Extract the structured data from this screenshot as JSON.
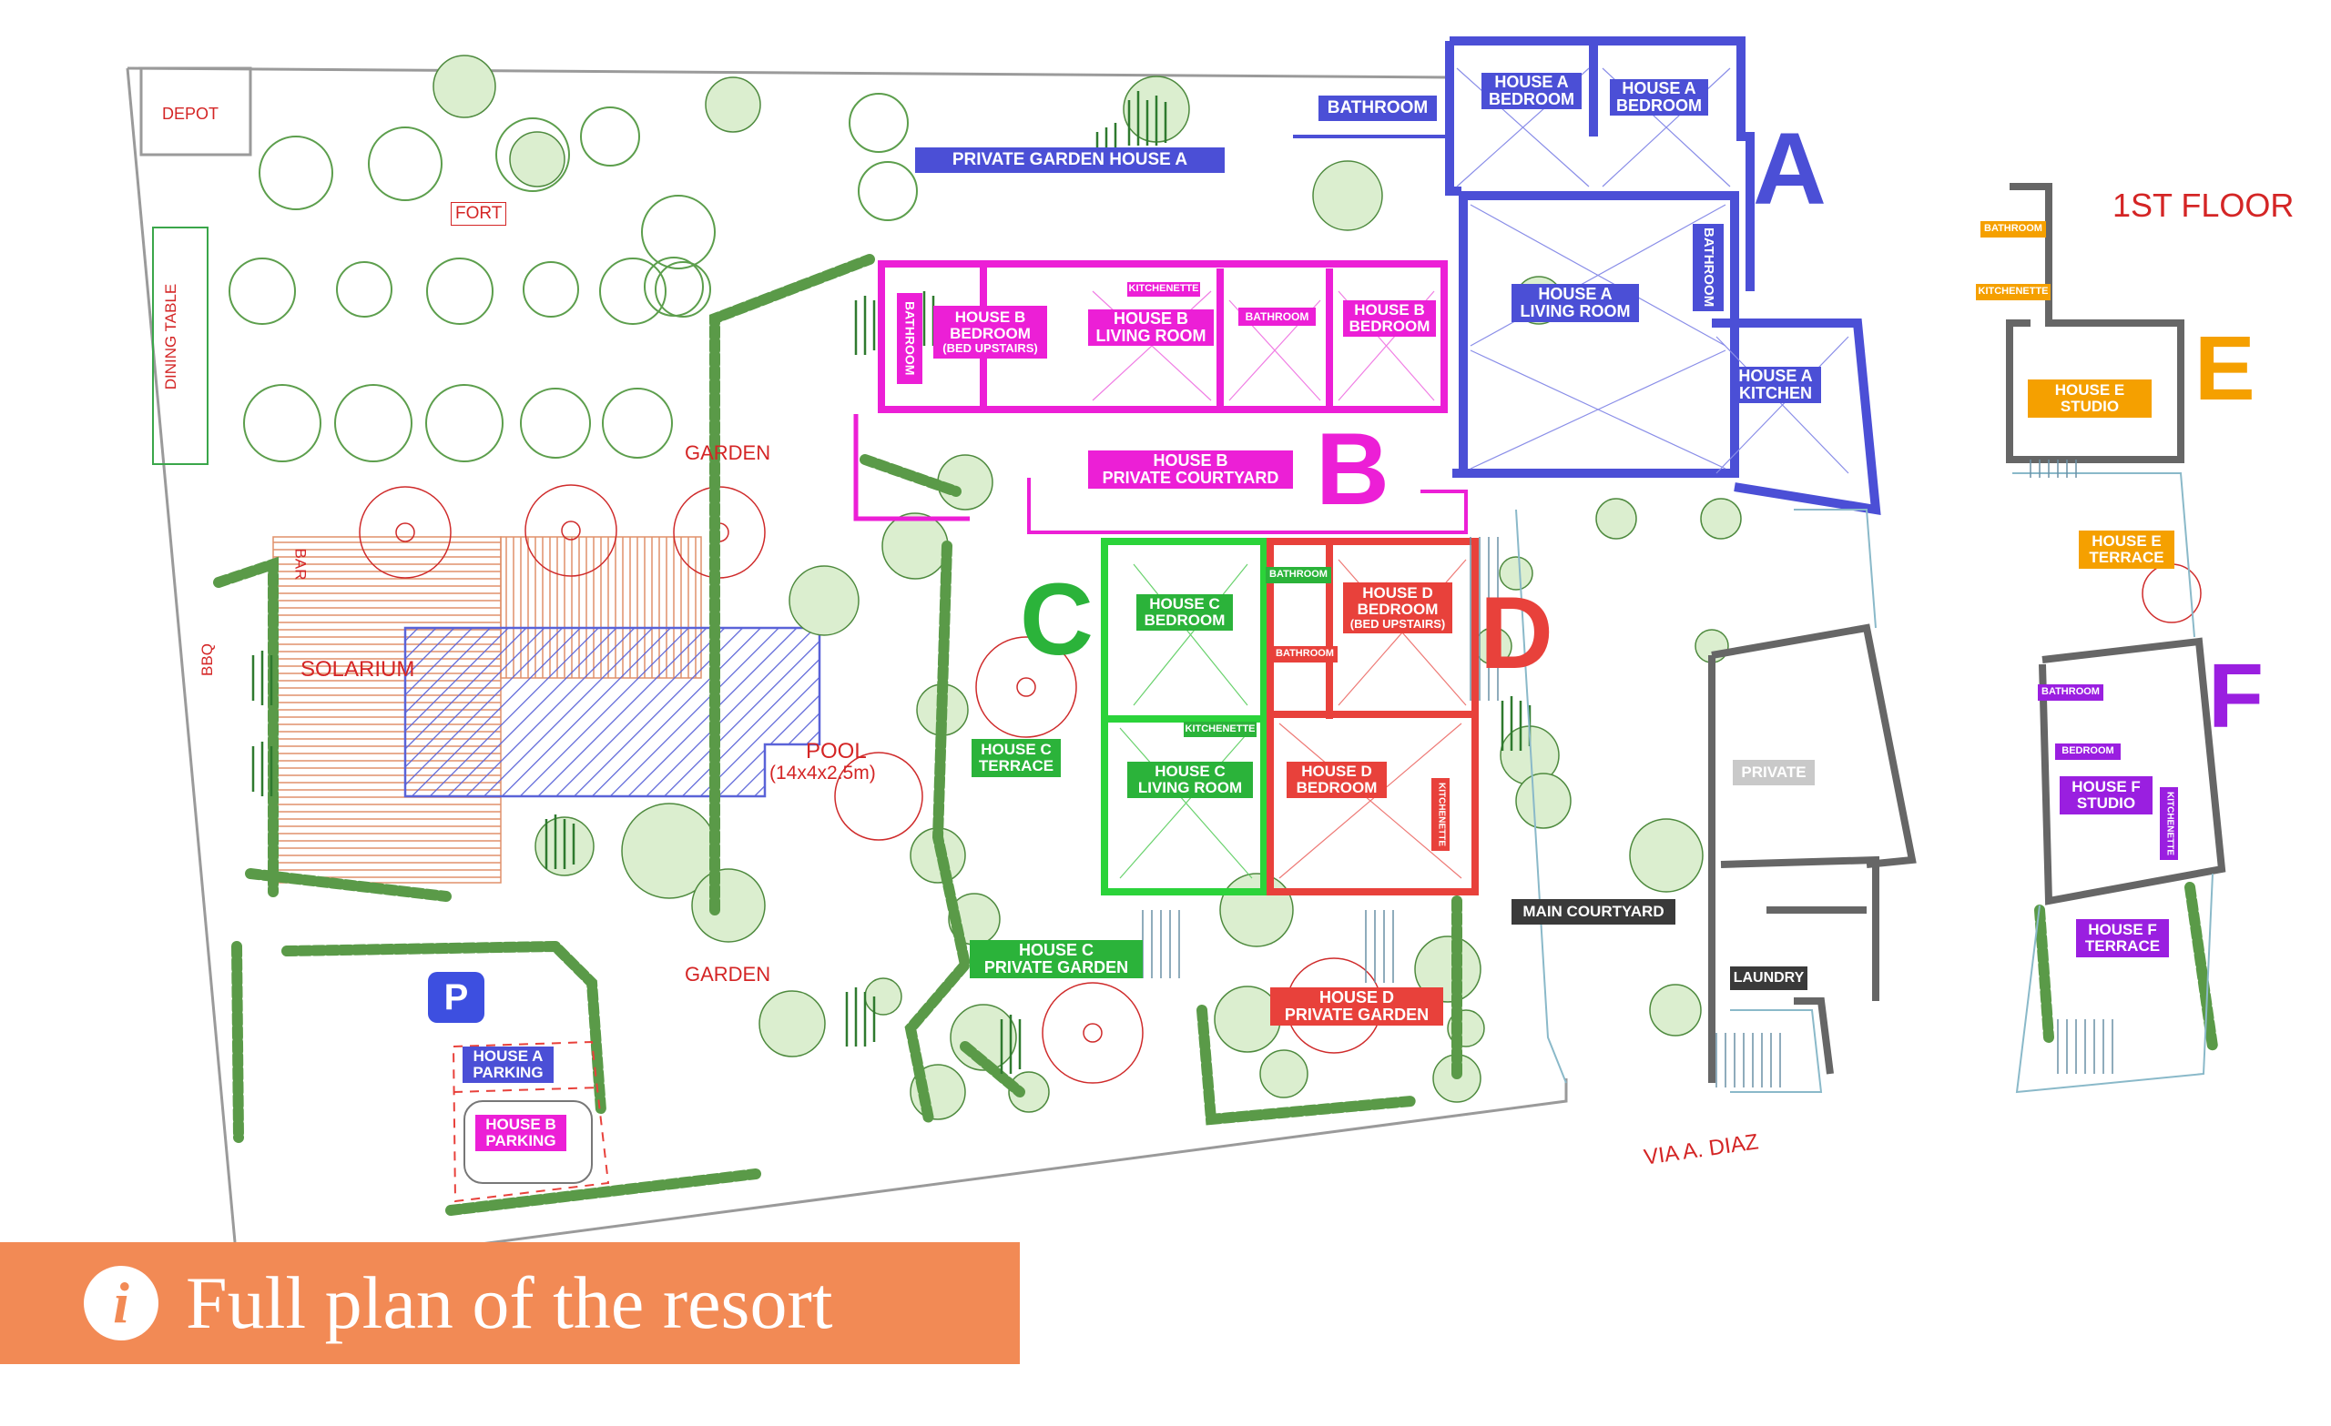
{
  "colors": {
    "house_a": "#4b4fd6",
    "house_b": "#ec1fd6",
    "house_c": "#2bb33a",
    "house_d": "#e8413b",
    "house_e": "#f5a000",
    "house_f": "#9a1fe0",
    "banner": "#f28a55",
    "site_text": "#d42525"
  },
  "letters": {
    "a": "A",
    "b": "B",
    "c": "C",
    "d": "D",
    "e": "E",
    "f": "F"
  },
  "floor_title": "1ST FLOOR",
  "site": {
    "depot": "DEPOT",
    "fort": "FORT",
    "dining_table": "DINING TABLE",
    "bar": "BAR",
    "bbq": "BBQ",
    "solarium": "SOLARIUM",
    "garden_top": "GARDEN",
    "garden_bottom": "GARDEN",
    "pool_name": "POOL",
    "pool_size": "(14x4x2.5m)",
    "street": "VIA A. DIAZ",
    "parking_symbol": "P"
  },
  "house_a": {
    "bathroom": "BATHROOM",
    "private_garden": "PRIVATE GARDEN HOUSE A",
    "bedroom1": [
      "HOUSE A",
      "BEDROOM"
    ],
    "bedroom2": [
      "HOUSE A",
      "BEDROOM"
    ],
    "bathroom_v": "BATHROOM",
    "living": [
      "HOUSE A",
      "LIVING ROOM"
    ],
    "kitchen": [
      "HOUSE A",
      "KITCHEN"
    ],
    "parking": [
      "HOUSE A",
      "PARKING"
    ]
  },
  "house_b": {
    "bathroom_v": "BATHROOM",
    "bedroom": [
      "HOUSE B",
      "BEDROOM",
      "(BED UPSTAIRS)"
    ],
    "kitchenette": "KITCHENETTE",
    "living": [
      "HOUSE B",
      "LIVING ROOM"
    ],
    "bathroom": "BATHROOM",
    "bedroom2": [
      "HOUSE B",
      "BEDROOM"
    ],
    "courtyard": [
      "HOUSE B",
      "PRIVATE COURTYARD"
    ],
    "parking": [
      "HOUSE B",
      "PARKING"
    ]
  },
  "house_c": {
    "bedroom": [
      "HOUSE C",
      "BEDROOM"
    ],
    "kitchenette": "KITCHENETTE",
    "living": [
      "HOUSE C",
      "LIVING ROOM"
    ],
    "terrace": [
      "HOUSE C",
      "TERRACE"
    ],
    "garden": [
      "HOUSE C",
      "PRIVATE GARDEN"
    ]
  },
  "house_d": {
    "bathroom_top": "BATHROOM",
    "bedroom_up": [
      "HOUSE D",
      "BEDROOM",
      "(BED UPSTAIRS)"
    ],
    "bathroom": "BATHROOM",
    "bedroom": [
      "HOUSE D",
      "BEDROOM"
    ],
    "kitchenette_v": "KITCHENETTE",
    "garden": [
      "HOUSE D",
      "PRIVATE GARDEN"
    ]
  },
  "house_e": {
    "bathroom": "BATHROOM",
    "kitchenette": "KITCHENETTE",
    "studio": [
      "HOUSE E",
      "STUDIO"
    ],
    "terrace": [
      "HOUSE E",
      "TERRACE"
    ]
  },
  "house_f": {
    "bathroom": "BATHROOM",
    "bedroom": "BEDROOM",
    "studio": [
      "HOUSE F",
      "STUDIO"
    ],
    "kitchenette_v": "KITCHENETTE",
    "terrace": [
      "HOUSE F",
      "TERRACE"
    ]
  },
  "common": {
    "private": "PRIVATE",
    "main_courtyard": "MAIN COURTYARD",
    "laundry": "LAUNDRY"
  },
  "banner": {
    "icon": "i",
    "text": "Full plan of the resort"
  }
}
